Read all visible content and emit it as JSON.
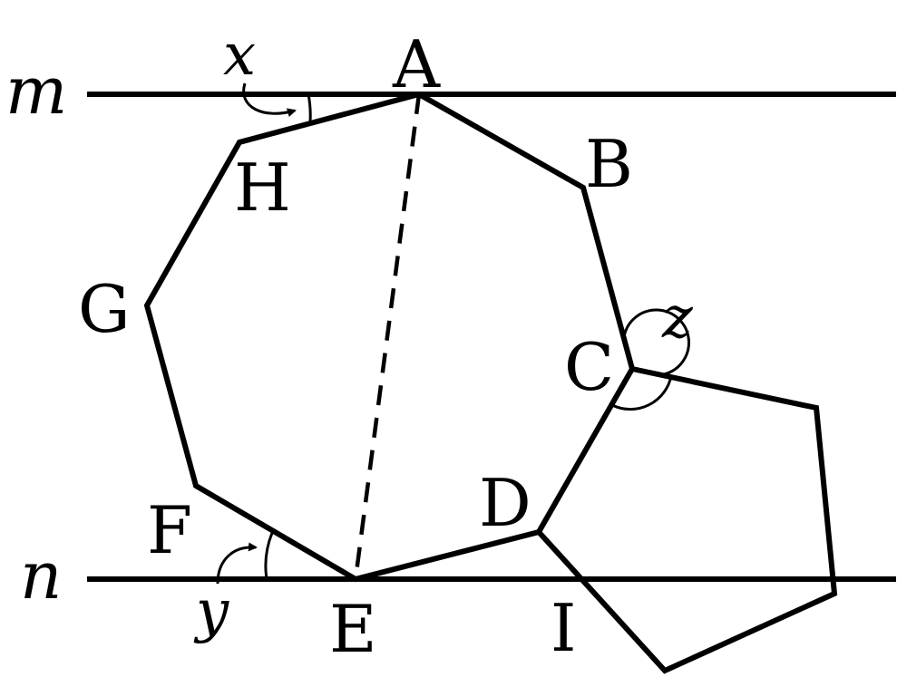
{
  "lines": {
    "m": "m",
    "n": "n"
  },
  "vertices": {
    "A": "A",
    "B": "B",
    "C": "C",
    "D": "D",
    "E": "E",
    "F": "F",
    "G": "G",
    "H": "H",
    "I": "I"
  },
  "angles": {
    "x": "x",
    "y": "y",
    "z": "z"
  }
}
